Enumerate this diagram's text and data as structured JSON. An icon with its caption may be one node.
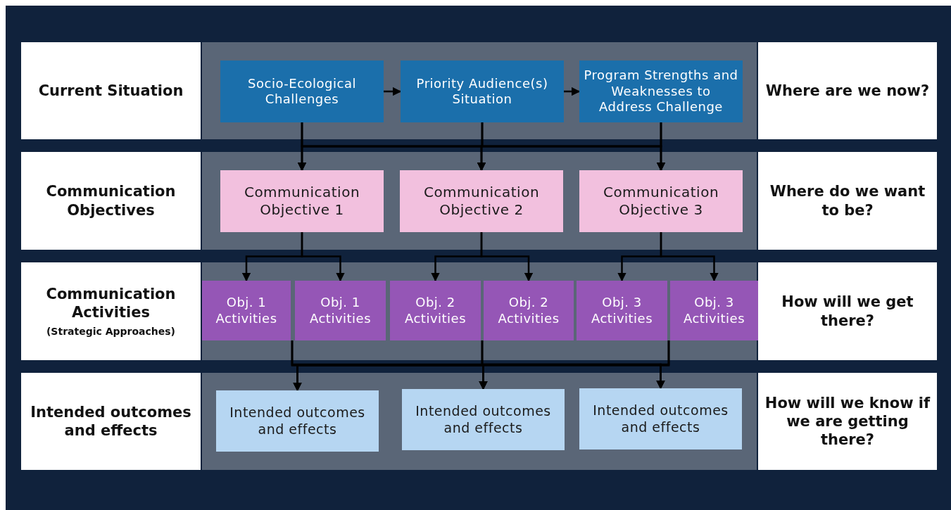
{
  "diagram": {
    "nodes": [
      {
        "text": [
          "Current Situation"
        ]
      },
      {
        "text": [
          "Socio-Ecological Challenges"
        ]
      },
      {
        "text": [
          "Priority Audience(s) Situation"
        ]
      },
      {
        "text": [
          "Program Strengths and Weaknesses to Address Challenge"
        ]
      },
      {
        "text": [
          "Where are we now?"
        ]
      },
      {
        "text": [
          "Communication Objectives"
        ]
      },
      {
        "text": [
          "Communication Objective 1"
        ]
      },
      {
        "text": [
          "Communication Objective 2"
        ]
      },
      {
        "text": [
          "Communication Objective 3"
        ]
      },
      {
        "text": [
          "Where do we want to be?"
        ]
      },
      {
        "text": [
          "Communication Activities",
          "(Strategic Approaches)"
        ]
      },
      {
        "text": [
          "Obj. 1 Activities"
        ]
      },
      {
        "text": [
          "Obj. 1 Activities"
        ]
      },
      {
        "text": [
          "Obj. 2 Activities"
        ]
      },
      {
        "text": [
          "Obj. 2 Activities"
        ]
      },
      {
        "text": [
          "Obj. 3 Activities"
        ]
      },
      {
        "text": [
          "Obj. 3 Activities"
        ]
      },
      {
        "text": [
          "How will we get there?"
        ]
      },
      {
        "text": [
          "Intended outcomes and effects"
        ]
      },
      {
        "text": [
          "Intended outcomes and effects"
        ]
      },
      {
        "text": [
          "Intended outcomes and effects"
        ]
      },
      {
        "text": [
          "Intended outcomes and effects"
        ]
      },
      {
        "text": [
          "How will we know if we are getting there?"
        ]
      }
    ],
    "edges": [
      {
        "from": 1,
        "to": 2,
        "arrow": "to"
      },
      {
        "from": 2,
        "to": 3,
        "arrow": "to"
      },
      {
        "from": 1,
        "to": 6,
        "arrow": "to"
      },
      {
        "from": 1,
        "to": 7,
        "arrow": "to"
      },
      {
        "from": 1,
        "to": 8,
        "arrow": "to"
      },
      {
        "from": 2,
        "to": 6,
        "arrow": "to"
      },
      {
        "from": 2,
        "to": 7,
        "arrow": "to"
      },
      {
        "from": 2,
        "to": 8,
        "arrow": "to"
      },
      {
        "from": 3,
        "to": 6,
        "arrow": "to"
      },
      {
        "from": 3,
        "to": 7,
        "arrow": "to"
      },
      {
        "from": 3,
        "to": 8,
        "arrow": "to"
      },
      {
        "from": 6,
        "to": 11,
        "arrow": "to"
      },
      {
        "from": 6,
        "to": 12,
        "arrow": "to"
      },
      {
        "from": 7,
        "to": 13,
        "arrow": "to"
      },
      {
        "from": 7,
        "to": 14,
        "arrow": "to"
      },
      {
        "from": 8,
        "to": 15,
        "arrow": "to"
      },
      {
        "from": 8,
        "to": 16,
        "arrow": "to"
      },
      {
        "from": 11,
        "to": 19,
        "arrow": "to"
      },
      {
        "from": 11,
        "to": 20,
        "arrow": "to"
      },
      {
        "from": 11,
        "to": 21,
        "arrow": "to"
      },
      {
        "from": 13,
        "to": 19,
        "arrow": "to"
      },
      {
        "from": 13,
        "to": 20,
        "arrow": "to"
      },
      {
        "from": 13,
        "to": 21,
        "arrow": "to"
      },
      {
        "from": 15,
        "to": 19,
        "arrow": "to"
      },
      {
        "from": 15,
        "to": 20,
        "arrow": "to"
      },
      {
        "from": 15,
        "to": 21,
        "arrow": "to"
      }
    ]
  }
}
